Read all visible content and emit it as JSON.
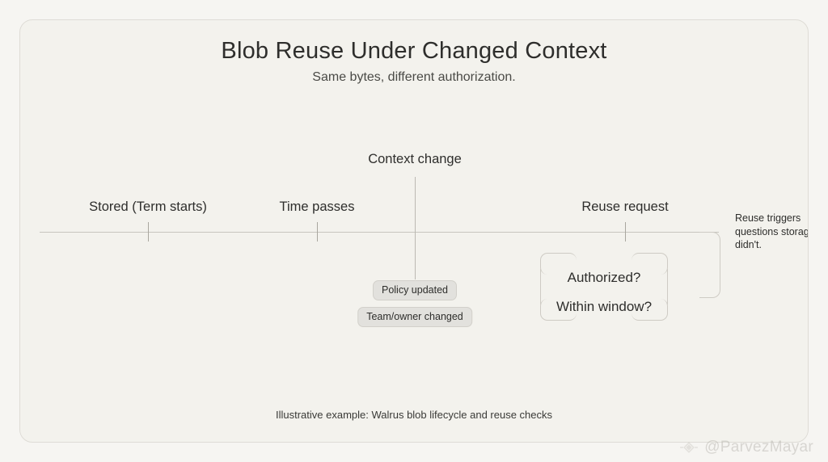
{
  "header": {
    "title": "Blob Reuse Under Changed Context",
    "subtitle": "Same bytes, different authorization."
  },
  "timeline": {
    "events": [
      {
        "label": "Stored (Term starts)",
        "x_pct": 16
      },
      {
        "label": "Time passes",
        "x_pct": 41
      },
      {
        "label": "Reuse request",
        "x_pct": 86
      }
    ],
    "context_change": {
      "label": "Context change",
      "pills": [
        "Policy updated",
        "Team/owner changed"
      ]
    }
  },
  "questions_box": {
    "lines": [
      "Authorized?",
      "Within window?"
    ]
  },
  "annotation": {
    "text": "Reuse triggers questions storage didn't."
  },
  "footer": {
    "caption": "Illustrative example: Walrus blob lifecycle and reuse checks"
  },
  "watermark": {
    "handle": "@ParvezMayar",
    "icon": "diamond-logo-icon"
  },
  "colors": {
    "page_background": "#f6f5f2",
    "card_background": "#f3f2ed",
    "card_border": "#dedcd6",
    "axis": "#c7c5bf",
    "text_primary": "#2e2e2c",
    "text_secondary": "#4a4a46",
    "pill_background": "#e2e1dd",
    "pill_border": "#d2d0ca",
    "box_border": "#cecbc4"
  }
}
